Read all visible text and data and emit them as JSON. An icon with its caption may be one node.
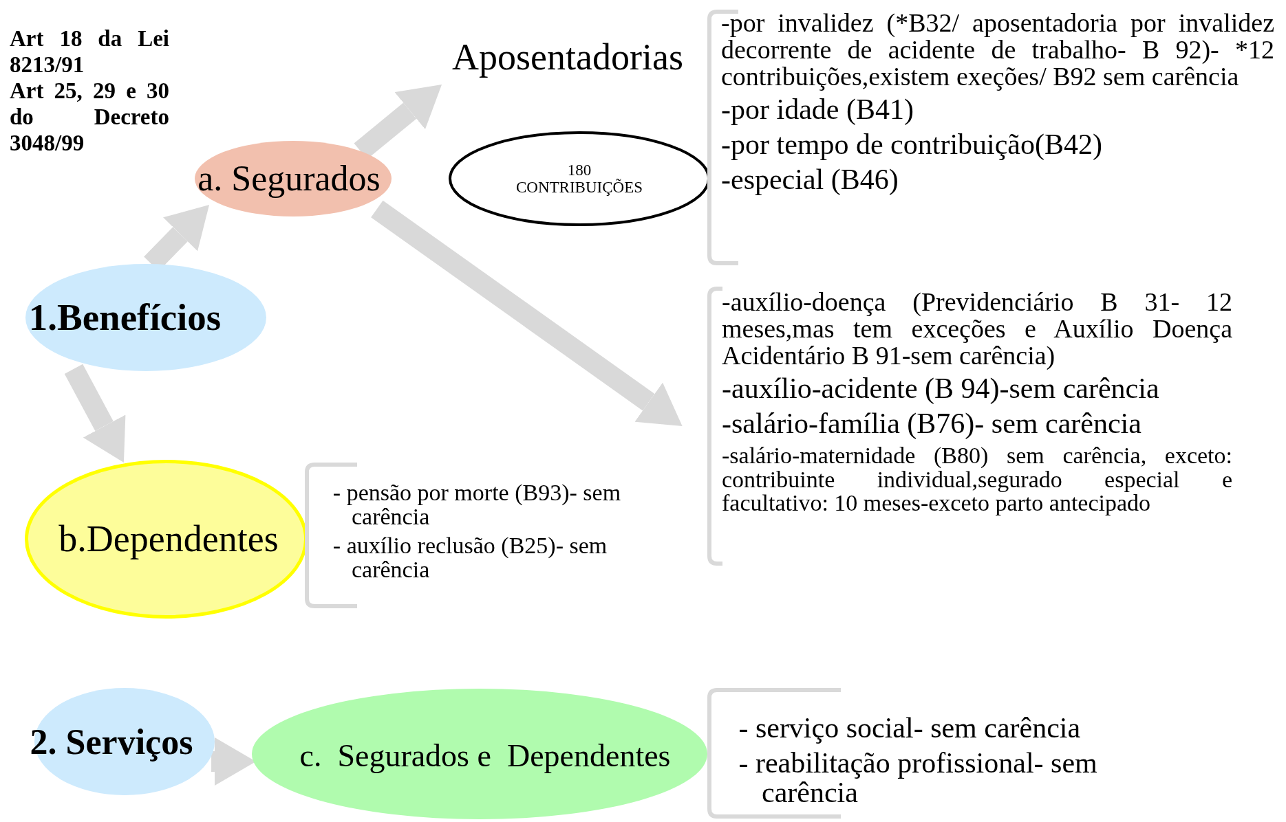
{
  "diagram": {
    "nodes": [
      {
        "text": [
          "1.Benefícios"
        ]
      },
      {
        "text": [
          "a. Segurados"
        ]
      },
      {
        "text": [
          "Aposentadorias"
        ]
      },
      {
        "text": [
          "180 CONTRIBUIÇÕES"
        ]
      },
      {
        "text": [
          "-por invalidez (*B32/ aposentadoria por invalidez decorrente de acidente de trabalho- B 92)- *12 contribuições,existem exeções/ B92 sem carência",
          "-por idade (B41)",
          "-por tempo de contribuição(B42)",
          "-especial (B46)"
        ]
      },
      {
        "text": [
          "-auxílio-doença (Previdenciário B 31- 12 meses,mas tem exceções e Auxílio Doença Acidentário B 91-sem carência)",
          "-auxílio-acidente (B 94)-sem carência",
          "-salário-família (B76)- sem carência",
          "-salário-maternidade (B80) sem carência, exceto: contribuinte individual,segurado especial e facultativo: 10 meses-exceto parto antecipado"
        ]
      },
      {
        "text": [
          "b.Dependentes"
        ]
      },
      {
        "text": [
          "- pensão por morte (B93)- sem carência",
          "- auxílio reclusão (B25)- sem carência"
        ]
      },
      {
        "text": [
          "2. Serviços"
        ]
      },
      {
        "text": [
          "c.  Segurados e  Dependentes"
        ]
      },
      {
        "text": [
          "- serviço social- sem carência",
          "- reabilitação profissional- sem carência"
        ]
      }
    ],
    "edges": [
      {
        "from": 0,
        "to": 1,
        "arrow": "to"
      },
      {
        "from": 1,
        "to": 2,
        "arrow": "to"
      },
      {
        "from": 1,
        "to": 5,
        "arrow": "to"
      },
      {
        "from": 0,
        "to": 6,
        "arrow": "to"
      },
      {
        "from": 8,
        "to": 9,
        "arrow": "to"
      }
    ],
    "labels": [
      "Art 18 da Lei 8213/91",
      "Art 25, 29 e 30 do Decreto 3048/99"
    ]
  }
}
